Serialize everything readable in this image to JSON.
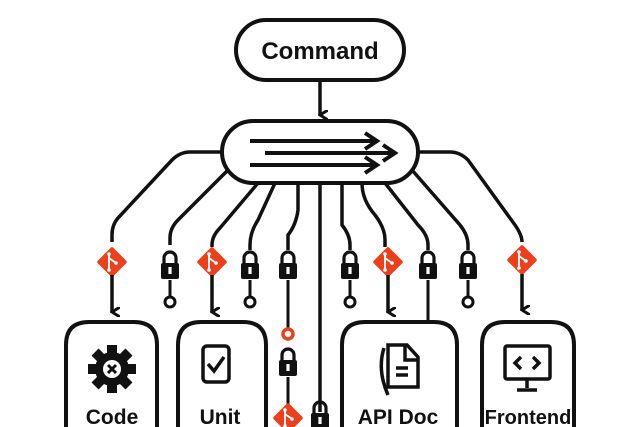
{
  "diagram": {
    "command_label": "Command",
    "hub_icon": "parallel-arrows-icon",
    "accent_color": "#e8411f",
    "line_color": "#111111",
    "targets": [
      {
        "label": "Code",
        "icon": "gear-x-icon"
      },
      {
        "label": "Unit",
        "icon": "checkbox-icon"
      },
      {
        "label": "API Doc",
        "icon": "document-icon"
      },
      {
        "label": "Frontend",
        "icon": "monitor-code-icon"
      }
    ],
    "branch_markers": [
      "git-icon",
      "lock-icon",
      "git-icon",
      "lock-icon",
      "lock-icon",
      "lock-icon",
      "git-icon",
      "lock-icon",
      "lock-icon",
      "git-icon"
    ]
  }
}
